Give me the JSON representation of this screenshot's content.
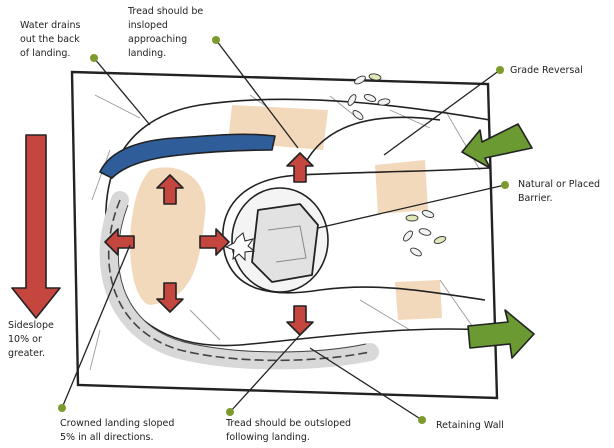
{
  "labels": {
    "water_drains": [
      "Water drains",
      "out the back",
      "of landing."
    ],
    "tread_insloped": [
      "Tread should be",
      "insloped",
      "approaching",
      "landing."
    ],
    "grade_reversal": [
      "Grade Reversal"
    ],
    "natural_barrier": [
      "Natural or Placed",
      "Barrier."
    ],
    "sideslope": [
      "Sideslope",
      "10% or",
      "greater."
    ],
    "crowned_landing": [
      "Crowned landing sloped",
      "5% in all directions."
    ],
    "tread_outsloped": [
      "Tread should be outsloped",
      "following landing."
    ],
    "retaining_wall": [
      "Retaining Wall"
    ]
  },
  "colors": {
    "red_arrow": "#c4463f",
    "green_arrow": "#6b9a33",
    "blue_drain": "#2f5d9a",
    "tan_fill": "#f2d9bb",
    "leader_dot": "#7d9a2e",
    "outline": "#222222"
  },
  "icons": [
    "red-slope-arrow",
    "green-flow-arrow",
    "leader-dot",
    "leaf-cluster",
    "rock-barrier"
  ]
}
